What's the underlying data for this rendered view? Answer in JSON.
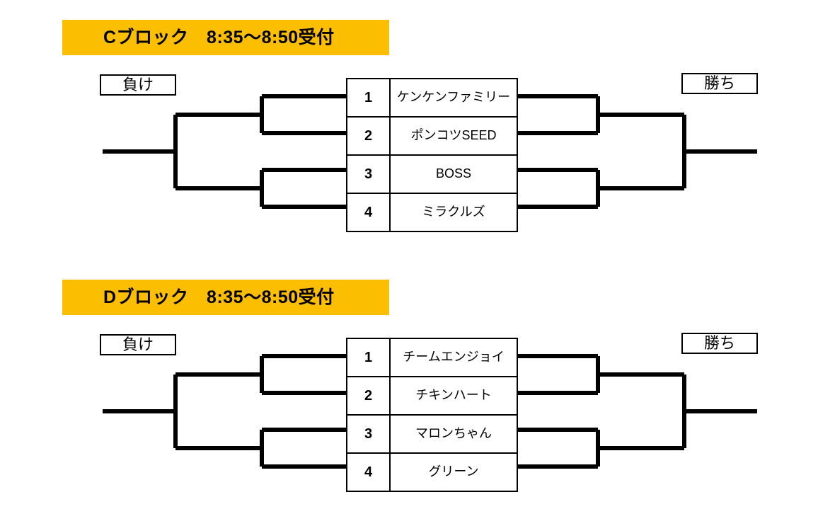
{
  "page": {
    "background_color": "#ffffff",
    "line_color": "#000000",
    "banner_color": "#fbbe00"
  },
  "blocks": [
    {
      "id": "c",
      "banner_text": "Cブロック　8:35〜8:50受付",
      "block_label": "Cブロック",
      "reception_time": "8:35〜8:50受付",
      "left_label": "負け",
      "right_label": "勝ち",
      "teams": [
        {
          "seed": "1",
          "name": "ケンケンファミリー"
        },
        {
          "seed": "2",
          "name": "ポンコツSEED"
        },
        {
          "seed": "3",
          "name": "BOSS"
        },
        {
          "seed": "4",
          "name": "ミラクルズ"
        }
      ]
    },
    {
      "id": "d",
      "banner_text": "Dブロック　8:35〜8:50受付",
      "block_label": "Dブロック",
      "reception_time": "8:35〜8:50受付",
      "left_label": "負け",
      "right_label": "勝ち",
      "teams": [
        {
          "seed": "1",
          "name": "チームエンジョイ"
        },
        {
          "seed": "2",
          "name": "チキンハート"
        },
        {
          "seed": "3",
          "name": "マロンちゃん"
        },
        {
          "seed": "4",
          "name": "グリーン"
        }
      ]
    }
  ]
}
